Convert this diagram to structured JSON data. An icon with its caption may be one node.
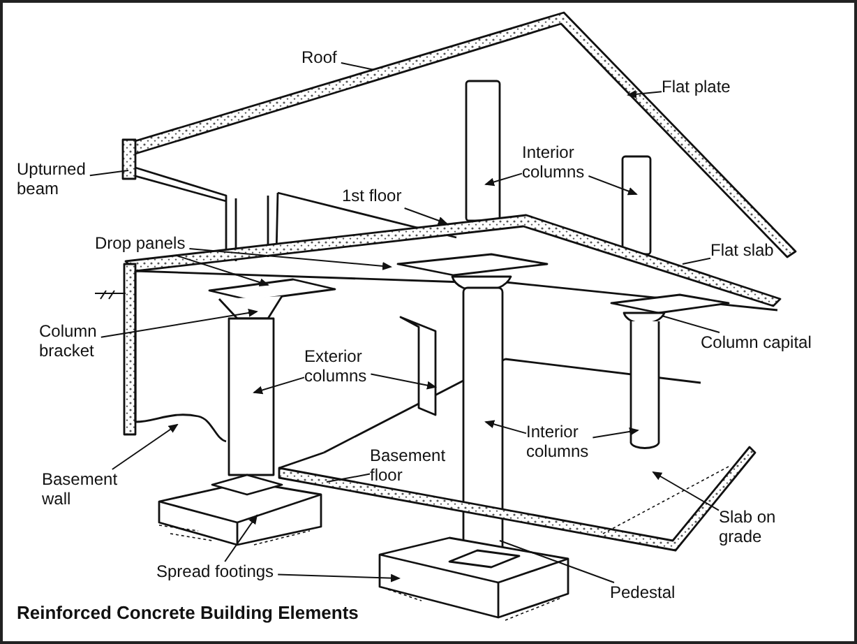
{
  "diagram": {
    "title": "Reinforced Concrete Building Elements",
    "nodes": [
      {
        "text": [
          "Roof"
        ]
      },
      {
        "text": [
          "Flat plate"
        ]
      },
      {
        "text": [
          "Upturned beam"
        ]
      },
      {
        "text": [
          "Interior columns"
        ]
      },
      {
        "text": [
          "1st floor"
        ]
      },
      {
        "text": [
          "Drop panels"
        ]
      },
      {
        "text": [
          "Flat slab"
        ]
      },
      {
        "text": [
          "Column bracket"
        ]
      },
      {
        "text": [
          "Exterior columns"
        ]
      },
      {
        "text": [
          "Column capital"
        ]
      },
      {
        "text": [
          "Interior columns"
        ]
      },
      {
        "text": [
          "Basement wall"
        ]
      },
      {
        "text": [
          "Basement floor"
        ]
      },
      {
        "text": [
          "Slab on grade"
        ]
      },
      {
        "text": [
          "Spread footings"
        ]
      },
      {
        "text": [
          "Pedestal"
        ]
      }
    ],
    "edges": [
      {
        "from": 0,
        "to": null,
        "arrow": "none"
      },
      {
        "from": 1,
        "to": null,
        "arrow": "to"
      },
      {
        "from": 2,
        "to": null,
        "arrow": "none"
      },
      {
        "from": 3,
        "to": null,
        "arrow": "to"
      },
      {
        "from": 3,
        "to": null,
        "arrow": "to"
      },
      {
        "from": 4,
        "to": null,
        "arrow": "to"
      },
      {
        "from": 5,
        "to": null,
        "arrow": "to"
      },
      {
        "from": 5,
        "to": null,
        "arrow": "to"
      },
      {
        "from": 6,
        "to": null,
        "arrow": "none"
      },
      {
        "from": 7,
        "to": null,
        "arrow": "to"
      },
      {
        "from": 8,
        "to": null,
        "arrow": "to"
      },
      {
        "from": 8,
        "to": null,
        "arrow": "to"
      },
      {
        "from": 9,
        "to": null,
        "arrow": "none"
      },
      {
        "from": 10,
        "to": null,
        "arrow": "to"
      },
      {
        "from": 10,
        "to": null,
        "arrow": "to"
      },
      {
        "from": 11,
        "to": null,
        "arrow": "to"
      },
      {
        "from": 12,
        "to": null,
        "arrow": "none"
      },
      {
        "from": 13,
        "to": null,
        "arrow": "to"
      },
      {
        "from": 14,
        "to": null,
        "arrow": "to"
      },
      {
        "from": 14,
        "to": null,
        "arrow": "to"
      },
      {
        "from": 15,
        "to": null,
        "arrow": "none"
      }
    ]
  }
}
